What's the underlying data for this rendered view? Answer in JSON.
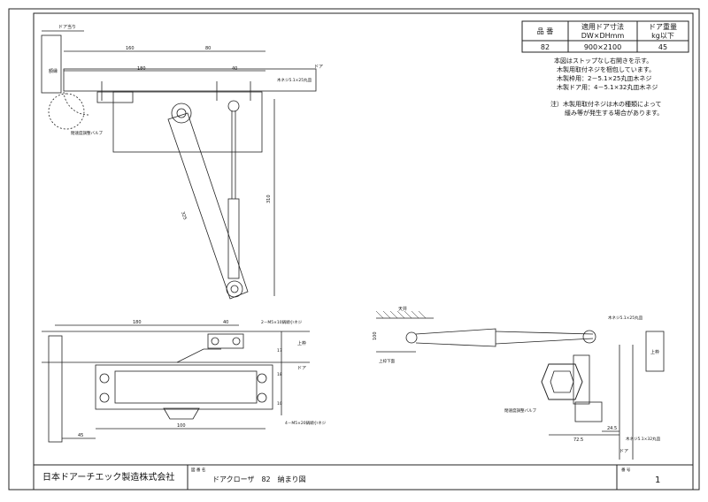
{
  "spec_table": {
    "headers": [
      "品 番",
      "適用ドア寸法",
      "ドア重量"
    ],
    "subheaders": [
      "",
      "DW×DHmm",
      "kg以下"
    ],
    "row": [
      "82",
      "900×2100",
      "45"
    ]
  },
  "notes": {
    "lines": [
      "本図はストップなし右開きを示す。",
      "木製用取付ネジを梱包しています。",
      "木製枠用：2－5.1×25丸皿木ネジ",
      "木製ドア用：4－5.1×32丸皿木ネジ"
    ],
    "caution_lines": [
      "注）木製用取付ネジは木の種類によって",
      "緩み等が発生する場合があります。"
    ]
  },
  "top_view": {
    "dims": {
      "d160": "160",
      "d80": "80",
      "d180": "180",
      "d40": "40",
      "d325": "325",
      "d310": "310"
    },
    "labels": {
      "door_stop": "ドア当り",
      "frame": "額縁",
      "door": "ドア",
      "wood_screw": "木ネジ5.1×25丸皿",
      "speed_valve": "閉速度調整バルブ"
    }
  },
  "front_view": {
    "dims": {
      "d180": "180",
      "d40": "40",
      "d45": "45",
      "d100": "100",
      "d17": "17",
      "d18": "18",
      "d10": "10"
    },
    "labels": {
      "bracket_screws": "2－M5×10鍋頭小ネジ",
      "body_screws": "4－M5×20鍋頭小ネジ",
      "frame_upper": "上枠",
      "door": "ドア"
    }
  },
  "side_view": {
    "dims": {
      "d100": "100",
      "d72": "72.5",
      "d24": "24.5"
    },
    "labels": {
      "ceiling": "天井",
      "frame_bottom": "上枠下面",
      "frame_upper": "上枠",
      "wood_screw_top": "木ネジ5.1×25丸皿",
      "wood_screw_bottom": "木ネジ5.1×32丸皿",
      "speed_valve": "閉速度調整バルブ",
      "door": "ドア"
    }
  },
  "title_block": {
    "company": "日本ドアーチエック製造株式会社",
    "title_label": "図 番 名",
    "title": "ドアクローザ　82　納まり図",
    "sheet_label": "番 号",
    "sheet_no": "1"
  }
}
